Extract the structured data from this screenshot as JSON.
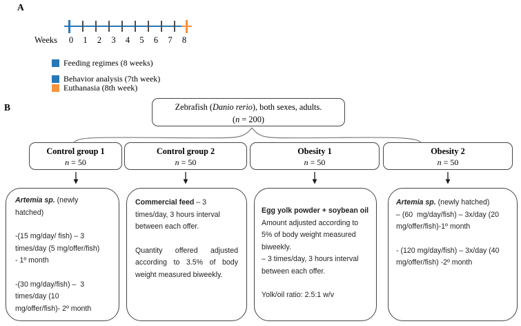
{
  "panelA": {
    "label": "A",
    "weeks_label": "Weeks",
    "ticks": [
      "0",
      "1",
      "2",
      "3",
      "4",
      "5",
      "6",
      "7",
      "8"
    ],
    "colors": {
      "timeline_blue": "#2878B8",
      "timeline_orange": "#F6923E"
    },
    "legend": {
      "feeding": {
        "label": "Feeding regimes (8 weeks)",
        "color": "#2878B8"
      },
      "behavior": {
        "label": "Behavior analysis (7th week)",
        "color": "#2878B8"
      },
      "euthanasia": {
        "label": "Euthanasia (8th week)",
        "color": "#F6923E"
      }
    }
  },
  "panelB": {
    "label": "B",
    "root_box": {
      "line1_pre": "Zebrafish (",
      "line1_italic": "Danio rerio",
      "line1_post": "), both sexes, adults.",
      "line2_pre": "(",
      "line2_var": "n",
      "line2_post": " = 200)"
    },
    "groups": [
      {
        "title": "Control group 1",
        "n_var": "n",
        "n_rest": " = 50"
      },
      {
        "title": "Control group 2",
        "n_var": "n",
        "n_rest": " = 50"
      },
      {
        "title": "Obesity 1",
        "n_var": "n",
        "n_rest": " = 50"
      },
      {
        "title": "Obesity 2",
        "n_var": "n",
        "n_rest": " = 50"
      }
    ],
    "details": [
      {
        "lead_bold": "Artemia sp.",
        "lead_rest": " (newly\nhatched)",
        "para1": "-(15 mg/day/ fish) – 3\ntimes/day (5 mg/offer/fish)\n- 1º month",
        "para2": "-(30 mg/day/fish) –  3\ntimes/day (10\nmg/offer/fish)- 2º month"
      },
      {
        "lead_bold": "Commercial feed",
        "lead_rest": " – 3\ntimes/day, 3 hours interval\nbetween each offer.",
        "para1": "Quantity offered adjusted according to 3.5% of body weight measured biweekly."
      },
      {
        "lead_bold": "Egg yolk powder + soybean oil",
        "lead_rest": "\nAmount adjusted according to\n5% of body weight measured\nbiweekly.\n– 3 times/day, 3 hours interval\nbetween each offer.",
        "para1": "Yolk/oil ratio: 2.5:1 w/v"
      },
      {
        "lead_bold": "Artemia sp.",
        "lead_rest": " (newly hatched)\n– (60  mg/day/fish) – 3x/day (20\nmg/offer/fish)-1º month",
        "para1": "- (120 mg/day/fish) – 3x/day (40\nmg/offer/fish) -2º month"
      }
    ]
  }
}
